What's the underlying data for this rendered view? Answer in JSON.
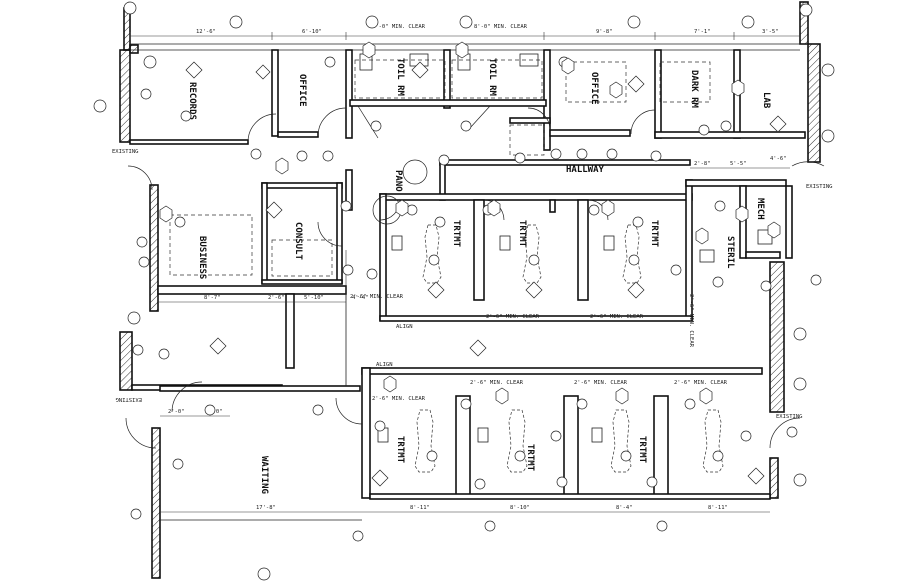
{
  "rooms": {
    "records": "RECORDS",
    "office_left": "OFFICE",
    "toil_rm_1": "TOIL RM",
    "toil_rm_2": "TOIL RM",
    "office_right": "OFFICE",
    "dark_rm": "DARK RM",
    "lab": "LAB",
    "hallway": "HALLWAY",
    "pano": "PANO",
    "consult": "CONSULT",
    "business": "BUSINESS",
    "trtmt_upper": [
      "TRTMT",
      "TRTMT",
      "TRTMT"
    ],
    "steril": "STERIL",
    "mech": "MECH",
    "trtmt_lower": [
      "TRTMT",
      "TRTMT",
      "TRTMT"
    ],
    "waiting": "WAITING"
  },
  "labels": {
    "existing_left": "EXISTING",
    "existing_upper_left": "EXISTING",
    "existing_right_top": "EXISTING",
    "existing_right_bottom": "EXISTING",
    "min_clear_top_1": "8'-0\" MIN. CLEAR",
    "min_clear_top_2": "8'-0\" MIN. CLEAR",
    "min_clear": [
      "2'-6\" MIN. CLEAR",
      "2'-6\" MIN. CLEAR",
      "2'-6\" MIN. CLEAR",
      "2'-6\" MIN. CLEAR",
      "2'-6\" MIN. CLEAR",
      "2'-6\" MIN. CLEAR",
      "2'-6\" MIN. CLEAR",
      "2'-6\" MIN. CLEAR"
    ],
    "align": [
      "ALIGN",
      "ALIGN"
    ]
  },
  "dimensions": {
    "top": [
      "12'-6\"",
      "6'-10\"",
      "9'-8\"",
      "7'-1\"",
      "3'-5\""
    ],
    "mid": [
      "8'-7\"",
      "2'-6\"",
      "5'-10\"",
      "4'-4\""
    ],
    "hall": [
      "2'-8\"",
      "5'-5\"",
      "4'-6\""
    ],
    "bottom": [
      "17'-8\"",
      "8'-11\"",
      "8'-10\"",
      "8'-4\"",
      "8'-11\""
    ],
    "entry": [
      "2'-0\"",
      "3'-0\""
    ]
  }
}
